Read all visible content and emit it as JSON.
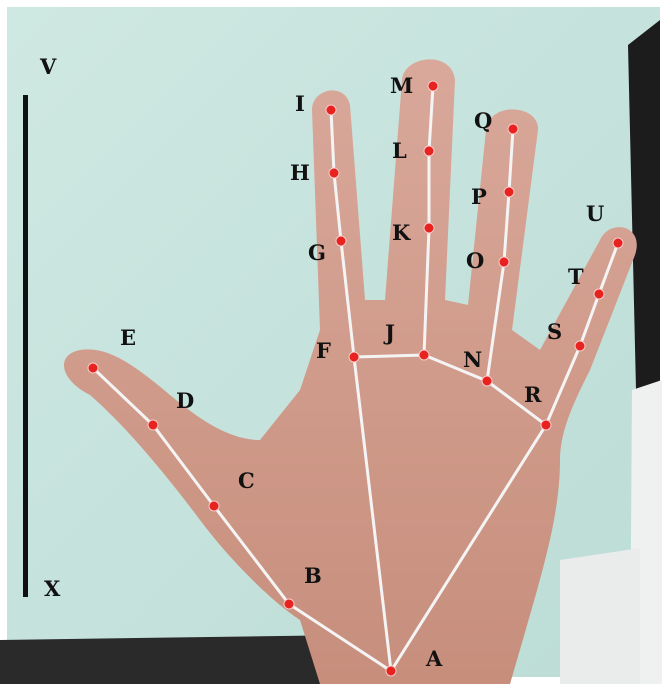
{
  "colors": {
    "wall": "#c7e3dd",
    "skin": "#d4a08e",
    "skeleton_line": "#f4f4f4",
    "keypoint": "#e8231f",
    "scale_bar": "#111111"
  },
  "labels": {
    "A": "A",
    "B": "B",
    "C": "C",
    "D": "D",
    "E": "E",
    "F": "F",
    "G": "G",
    "H": "H",
    "I": "I",
    "J": "J",
    "K": "K",
    "L": "L",
    "M": "M",
    "N": "N",
    "O": "O",
    "P": "P",
    "Q": "Q",
    "R": "R",
    "S": "S",
    "T": "T",
    "U": "U",
    "V": "V",
    "X": "X"
  }
}
